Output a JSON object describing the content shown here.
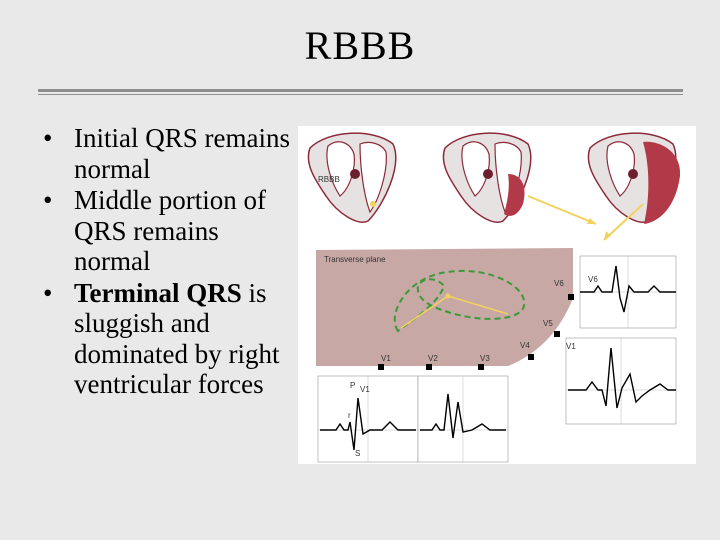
{
  "slide": {
    "title": "RBBB",
    "bullets": [
      {
        "text": "Initial QRS remains normal"
      },
      {
        "text": "Middle portion of QRS remains normal"
      },
      {
        "lead": "Terminal QRS",
        "text": " is sluggish and dominated by right ventricular forces"
      }
    ]
  },
  "figure": {
    "labels": {
      "rbbb": "RBBB",
      "transverse_plane": "Transverse plane",
      "v6_lead": "V6",
      "v6": "V6",
      "v5": "V5",
      "v4": "V4",
      "v3": "V3",
      "v2": "V2",
      "v1": "V1",
      "v1_lead": "V1",
      "v1_strip": "V1",
      "p": "P",
      "r": "r",
      "s": "S"
    },
    "colors": {
      "chamber_fill": "#b23a48",
      "plane_fill": "#c8a8a5",
      "loop": "#3a9a3a",
      "vector": "#f1d25a"
    }
  }
}
